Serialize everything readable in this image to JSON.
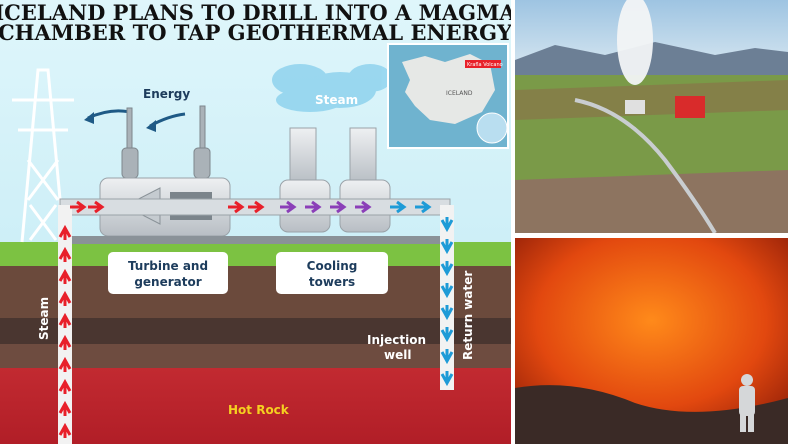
{
  "title": {
    "line1": "ICELAND PLANS TO DRILL INTO A MAGMA",
    "line2": "CHAMBER TO TAP GEOTHERMAL ENERGY"
  },
  "labels": {
    "energy": "Energy",
    "steam_cloud": "Steam",
    "turbine_line1": "Turbine and",
    "turbine_line2": "generator",
    "cooling_line1": "Cooling",
    "cooling_line2": "towers",
    "steam_pipe": "Steam",
    "injection_line1": "Injection",
    "injection_line2": "well",
    "return_water": "Return water",
    "hot_rock": "Hot Rock"
  },
  "map": {
    "country_label": "ICELAND",
    "site_label": "Krafla Volcano"
  },
  "colors": {
    "steam_arrow": "#e8202a",
    "cooling_arrow": "#8b3fb8",
    "water_arrow": "#1e9bd7",
    "grass": "#7cc242",
    "hot_rock": "#c8242c"
  }
}
